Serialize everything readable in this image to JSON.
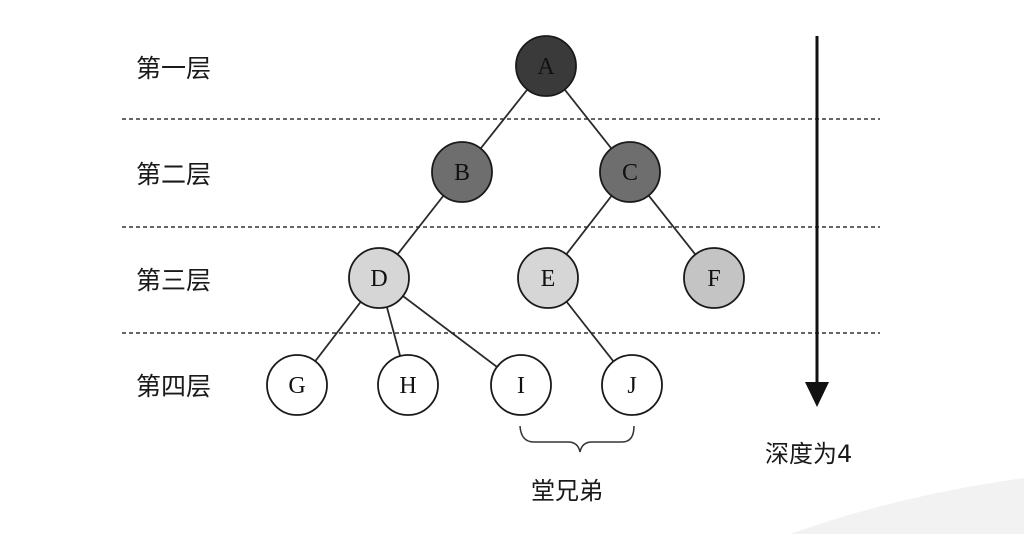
{
  "levels": [
    {
      "label": "第一层"
    },
    {
      "label": "第二层"
    },
    {
      "label": "第三层"
    },
    {
      "label": "第四层"
    }
  ],
  "nodes": {
    "A": {
      "label": "A",
      "level": 1,
      "fill": "#3a3a3a"
    },
    "B": {
      "label": "B",
      "level": 2,
      "fill": "#6e6e6e"
    },
    "C": {
      "label": "C",
      "level": 2,
      "fill": "#6e6e6e"
    },
    "D": {
      "label": "D",
      "level": 3,
      "fill": "#d6d6d6"
    },
    "E": {
      "label": "E",
      "level": 3,
      "fill": "#d6d6d6"
    },
    "F": {
      "label": "F",
      "level": 3,
      "fill": "#c4c4c4"
    },
    "G": {
      "label": "G",
      "level": 4,
      "fill": "#ffffff"
    },
    "H": {
      "label": "H",
      "level": 4,
      "fill": "#ffffff"
    },
    "I": {
      "label": "I",
      "level": 4,
      "fill": "#ffffff"
    },
    "J": {
      "label": "J",
      "level": 4,
      "fill": "#ffffff"
    }
  },
  "edges": [
    [
      "A",
      "B"
    ],
    [
      "A",
      "C"
    ],
    [
      "B",
      "D"
    ],
    [
      "C",
      "E"
    ],
    [
      "C",
      "F"
    ],
    [
      "D",
      "G"
    ],
    [
      "D",
      "H"
    ],
    [
      "D",
      "I"
    ],
    [
      "E",
      "J"
    ]
  ],
  "cousins_label": "堂兄弟",
  "cousins_nodes": [
    "I",
    "J"
  ],
  "depth_label": "深度为4"
}
